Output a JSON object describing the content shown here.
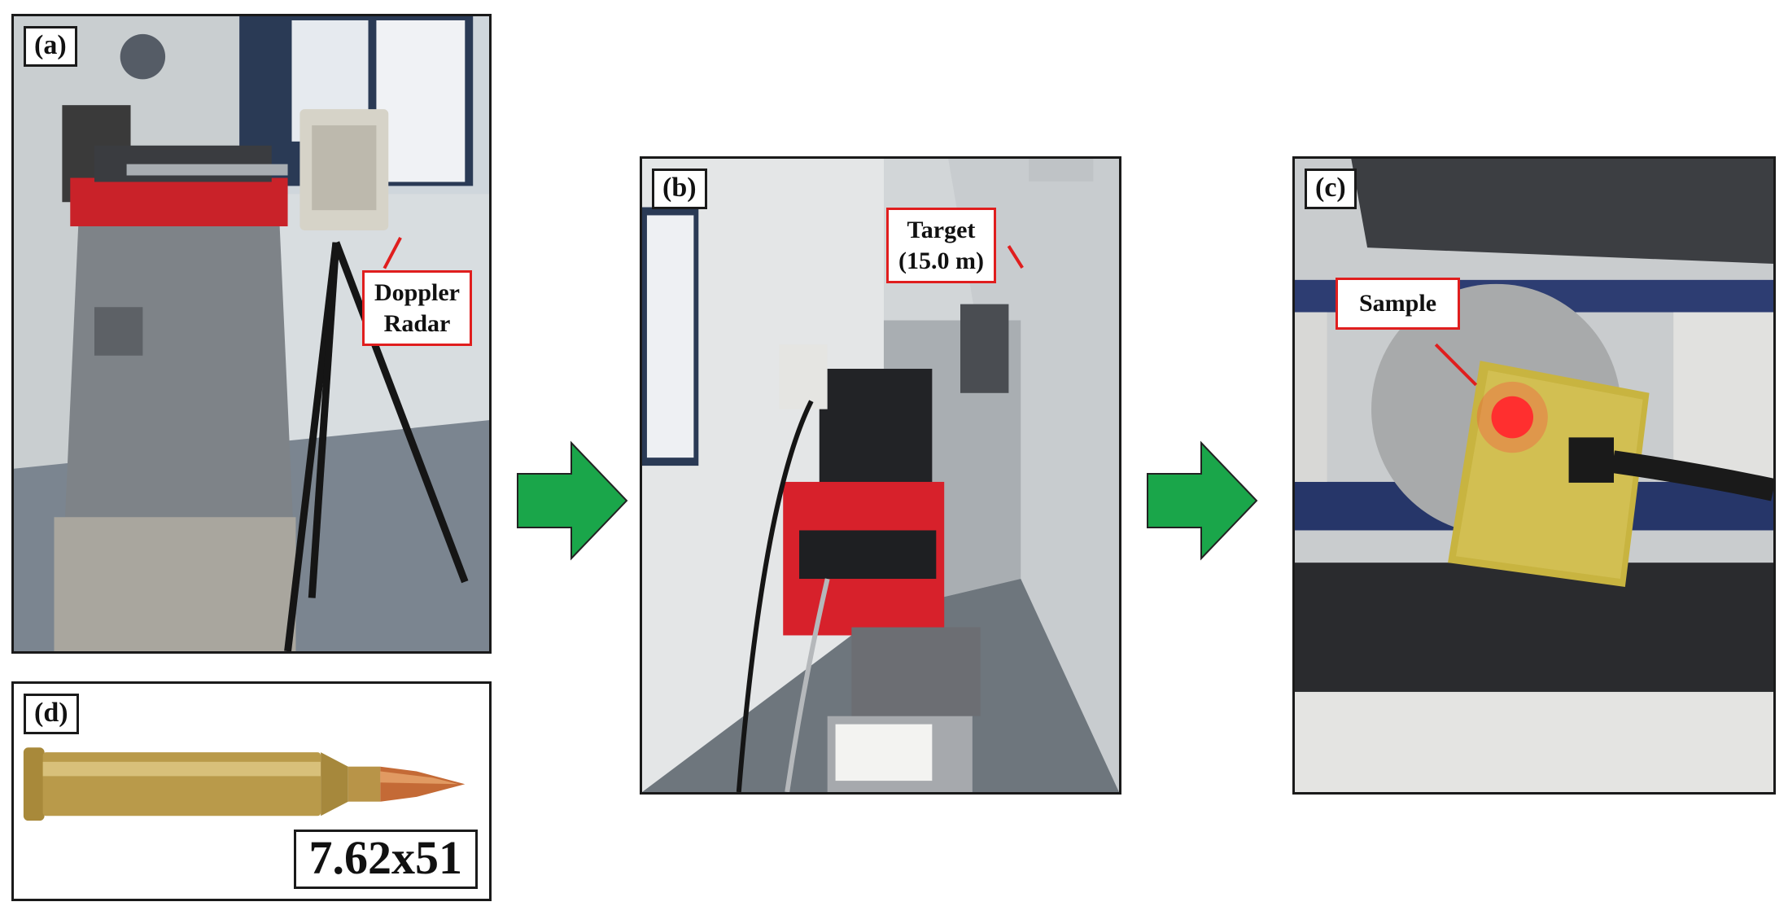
{
  "panels": {
    "a": {
      "label": "(a)",
      "callout_line1": "Doppler",
      "callout_line2": "Radar"
    },
    "b": {
      "label": "(b)",
      "callout_line1": "Target",
      "callout_line2": "(15.0 m)"
    },
    "c": {
      "label": "(c)",
      "callout": "Sample"
    },
    "d": {
      "label": "(d)",
      "caliber": "7.62x51"
    }
  },
  "colors": {
    "flow_arrow": "#1aa64a",
    "callout_border": "#e01e1e",
    "machine_red": "#d0212a"
  },
  "icons": [
    "flow-arrow-icon",
    "cartridge-icon"
  ]
}
